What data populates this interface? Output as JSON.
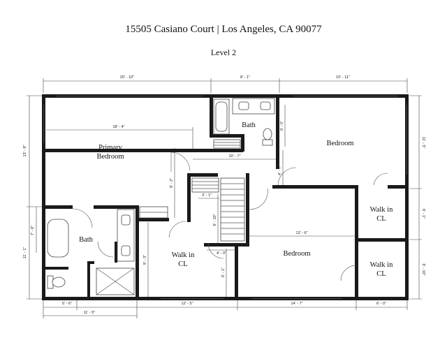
{
  "header": {
    "title": "15505 Casiano Court  |  Los Angeles, CA 90077",
    "level": "Level  2"
  },
  "rooms": {
    "primary_bedroom_line1": "Primary",
    "primary_bedroom_line2": "Bedroom",
    "bath_upper": "Bath",
    "bedroom_upper": "Bedroom",
    "bath_lower": "Bath",
    "walk_in_cl_center_line1": "Walk in",
    "walk_in_cl_center_line2": "CL",
    "bedroom_lower": "Bedroom",
    "walk_in_cl_right1_line1": "Walk in",
    "walk_in_cl_right1_line2": "CL",
    "walk_in_cl_right2_line1": "Walk in",
    "walk_in_cl_right2_line2": "CL"
  },
  "dimensions": {
    "top_left": "20' - 10\"",
    "top_mid": "8' - 1\"",
    "top_right": "15' - 11\"",
    "primary_width": "18' - 4\"",
    "left_upper": "13' - 8\"",
    "right_upper": "11' - 5\"",
    "bath_upper_v": "6' - 5\"",
    "hall_width": "10' - 7\"",
    "hall_v_right": "4' - 7\"",
    "hall_v_left": "8' - 2\"",
    "stair_small": "3' - 1\"",
    "stair_v": "6' - 10\"",
    "stair_bottom": "4' - 0\"",
    "bedroom_lower_w": "13' - 6\"",
    "walkin_right1_v": "6' - 1\"",
    "walkin_right2_v": "6' - 10\"",
    "left_lower_a": "7' - 6\"",
    "left_lower_b": "11' - 1\"",
    "bath_lower_v": "9' - 3\"",
    "walkin_center_v": "6' - 1\"",
    "bottom_a": "5' - 6\"",
    "bottom_b": "11' - 5\"",
    "bottom_c": "12' - 5\"",
    "bottom_d": "14' - 7\"",
    "bottom_e": "6' - 0\""
  }
}
